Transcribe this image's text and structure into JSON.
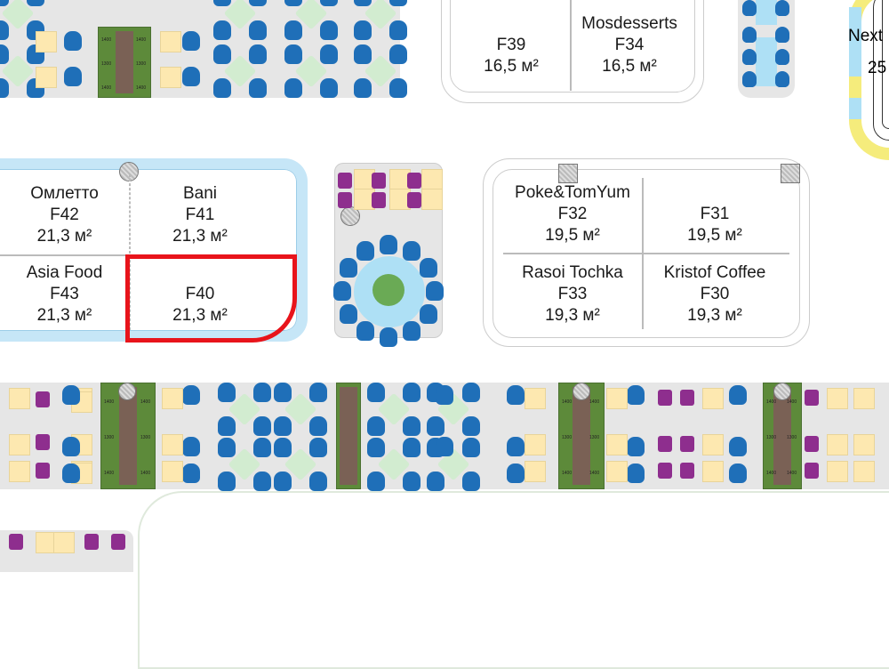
{
  "map": {
    "units": [
      {
        "id": "f39",
        "name": "",
        "code": "F39",
        "area": "16,5 м²"
      },
      {
        "id": "f34",
        "name": "Mosdesserts",
        "code": "F34",
        "area": "16,5 м²"
      },
      {
        "id": "f42",
        "name": "Омлетто",
        "code": "F42",
        "area": "21,3 м²"
      },
      {
        "id": "f41",
        "name": "Bani",
        "code": "F41",
        "area": "21,3 м²"
      },
      {
        "id": "f43",
        "name": "Asia Food",
        "code": "F43",
        "area": "21,3 м²"
      },
      {
        "id": "f40",
        "name": "",
        "code": "F40",
        "area": "21,3 м²"
      },
      {
        "id": "f32",
        "name": "Poke&TomYum",
        "code": "F32",
        "area": "19,5 м²"
      },
      {
        "id": "f31",
        "name": "",
        "code": "F31",
        "area": "19,5 м²"
      },
      {
        "id": "f33",
        "name": "Rasoi Tochka",
        "code": "F33",
        "area": "19,3 м²"
      },
      {
        "id": "f30",
        "name": "Kristof Coffee",
        "code": "F30",
        "area": "19,3 м²"
      }
    ],
    "partial_unit": {
      "name": "Next",
      "area": "25"
    },
    "highlighted_unit": "F40",
    "highlight_color": "#e8141b",
    "planter_labels": [
      "1400",
      "1300",
      "1400"
    ]
  }
}
